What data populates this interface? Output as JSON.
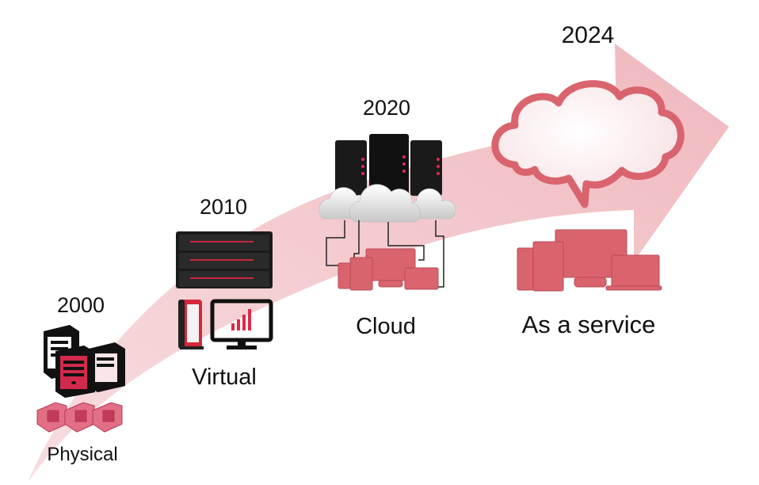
{
  "title": "Evolution of IT infrastructure",
  "stages": [
    {
      "year": "2000",
      "label": "Physical"
    },
    {
      "year": "2010",
      "label": "Virtual"
    },
    {
      "year": "2020",
      "label": "Cloud"
    },
    {
      "year": "2024",
      "label": "As a service"
    }
  ],
  "colors": {
    "arrow": "#f2c6ca",
    "accent": "#d8405a",
    "device": "#d9646e",
    "dark": "#1a1a1a"
  }
}
